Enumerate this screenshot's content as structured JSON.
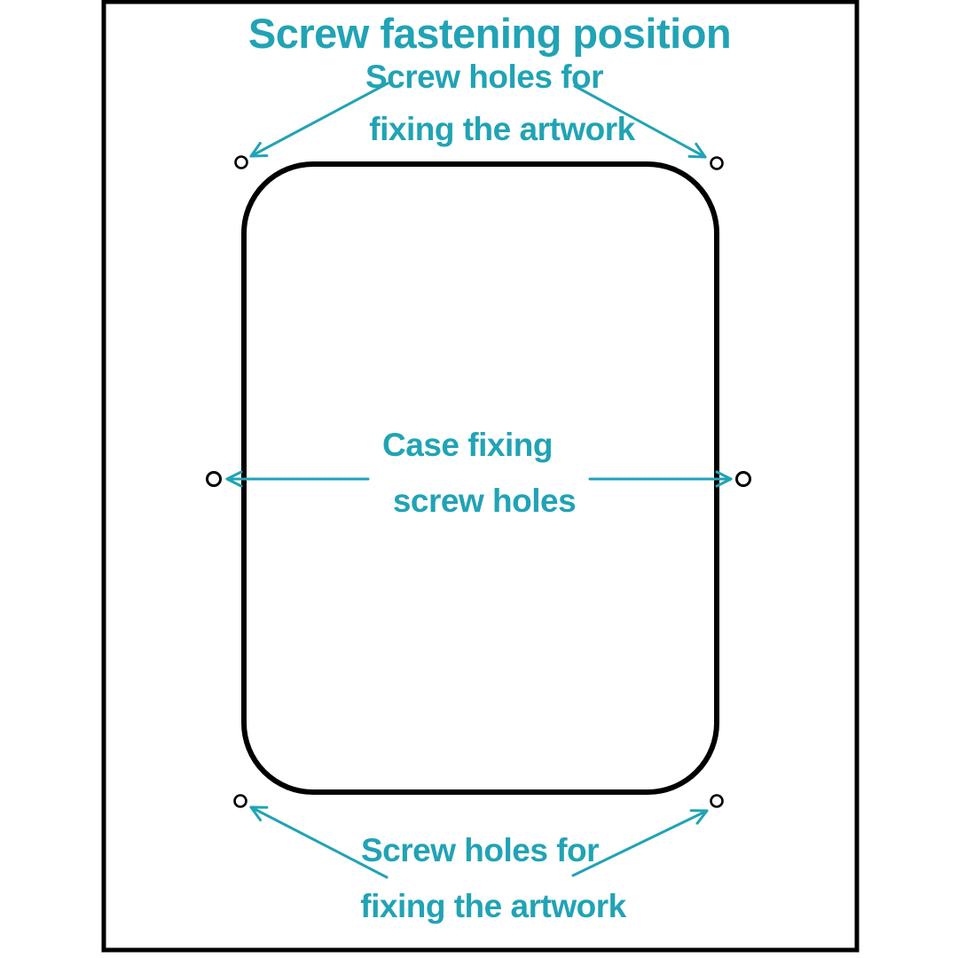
{
  "title": "Screw fastening position",
  "colors": {
    "accent": "#21a3b5",
    "line": "#000000",
    "background": "#ffffff"
  },
  "labels": {
    "top": {
      "line1": "Screw holes for",
      "line2": "fixing the artwork"
    },
    "middle": {
      "line1": "Case fixing",
      "line2": "screw holes"
    },
    "bottom": {
      "line1": "Screw holes for",
      "line2": "fixing the artwork"
    }
  },
  "icons": {
    "screw_hole": "small-circle-hole",
    "arrow": "teal-pointer-arrow"
  }
}
